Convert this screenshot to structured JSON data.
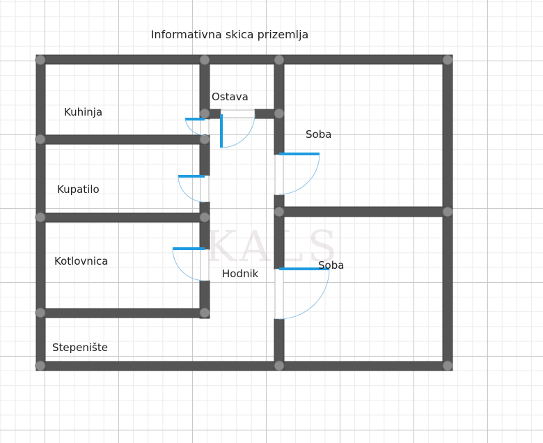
{
  "title": "Informativna skica prizemlja",
  "rooms": [
    {
      "id": "kuhinja",
      "label": "Kuhinja"
    },
    {
      "id": "ostava",
      "label": "Ostava"
    },
    {
      "id": "soba-1",
      "label": "Soba"
    },
    {
      "id": "kupatilo",
      "label": "Kupatilo"
    },
    {
      "id": "kotlovnica",
      "label": "Kotlovnica"
    },
    {
      "id": "hodnik",
      "label": "Hodnik"
    },
    {
      "id": "soba-2",
      "label": "Soba"
    },
    {
      "id": "stepeniste",
      "label": "Stepenište"
    }
  ],
  "watermark": "KALS",
  "colors": {
    "wall": "#555555",
    "door": "#1e9be0",
    "grid": "#c9c9c9"
  }
}
